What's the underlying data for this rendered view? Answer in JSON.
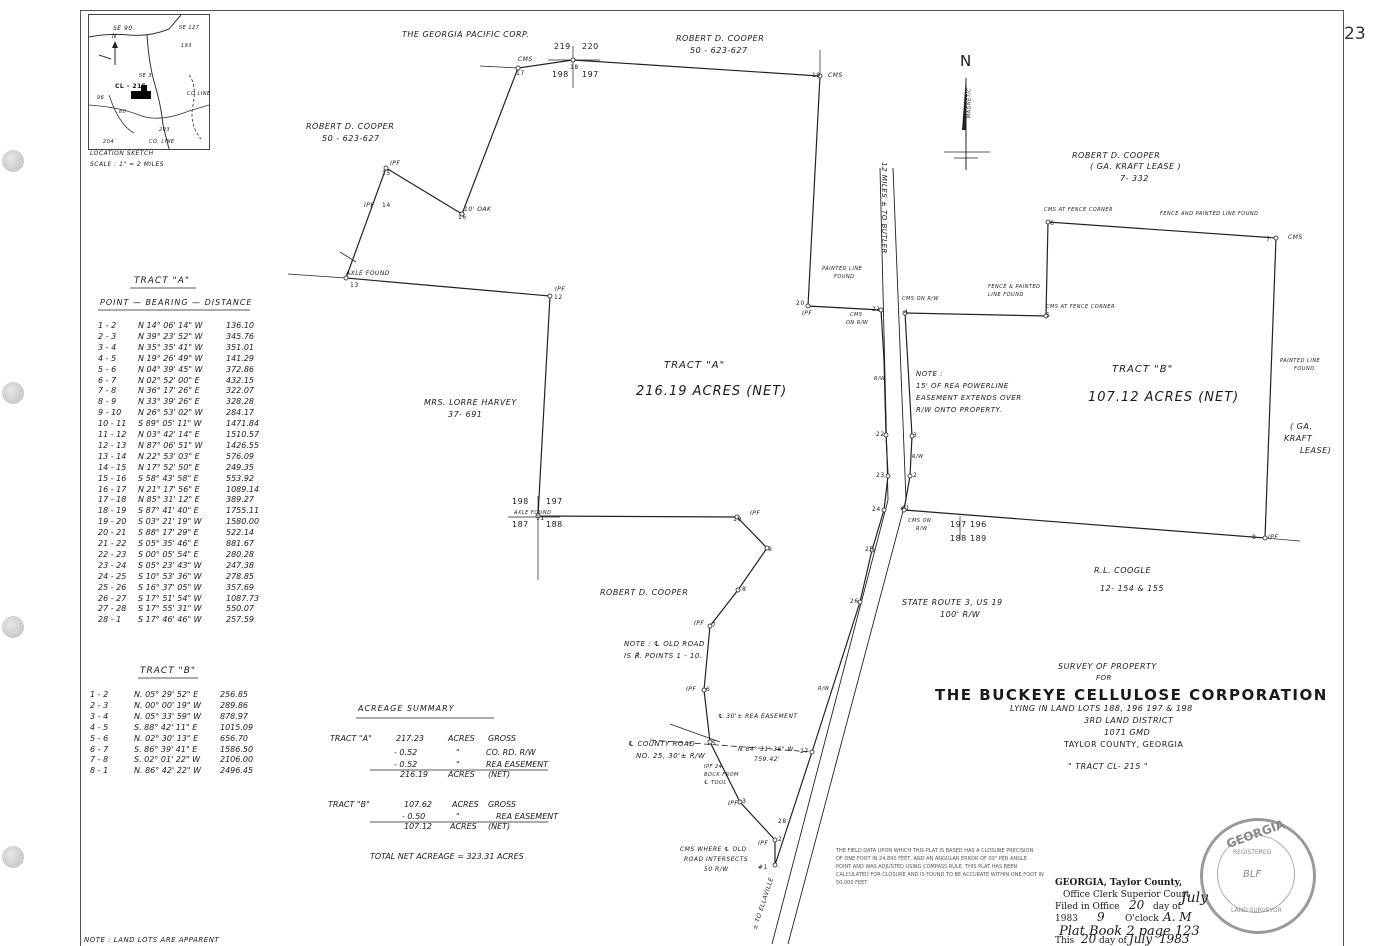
{
  "page_number": "23",
  "location_sketch": {
    "caption": "LOCATION SKETCH",
    "scale": "SCALE : 1\" = 2 MILES",
    "north": "N",
    "labels": [
      "SE 90",
      "SE 127",
      "193",
      "SE 3",
      "CL - 215",
      "CO LINE",
      "204",
      "CO. LINE",
      "203",
      "96",
      "80"
    ]
  },
  "adjoiners": {
    "georgia_pacific": "THE GEORGIA PACIFIC CORP.",
    "cooper_top": "ROBERT D. COOPER",
    "cooper_top_ref": "50 - 623-627",
    "cooper_left": "ROBERT D. COOPER",
    "cooper_left_ref": "50 - 623-627",
    "cooper_right": "ROBERT D. COOPER",
    "cooper_right_sub": "( GA. KRAFT LEASE )",
    "cooper_right_ref": "7- 332",
    "cooper_bottom": "ROBERT D. COOPER",
    "harvey": "MRS. LORRE HARVEY",
    "harvey_ref": "37- 691",
    "coogle": "R.L. COOGLE",
    "coogle_ref": "12- 154 & 155",
    "gakraft": [
      "( GA.",
      "KRAFT",
      "LEASE)"
    ]
  },
  "map_labels": {
    "north": "N",
    "magnetic": "MAGNETIC",
    "to_butler": "12 MILES ± TO BUTLER",
    "to_ellaville": "± TO ELLAVILLE",
    "state_route": "STATE ROUTE 3, US 19",
    "state_route_row": "100' R/W",
    "note_rea": [
      "NOTE :",
      "15' OF REA POWERLINE",
      "EASEMENT EXTENDS OVER",
      "R/W ONTO PROPERTY."
    ],
    "note_old_road": [
      "NOTE : ℄ OLD ROAD",
      "IS ℟. POINTS 1 - 10."
    ],
    "county_road": [
      "℄ COUNTY ROAD",
      "NO. 25, 30'± R/W"
    ],
    "rea_easement": "℄ 30'± REA EASEMENT",
    "bearing_call": [
      "N 84° 31' 36\" W",
      "759.42'"
    ],
    "ipf_dock": [
      "IPF 24",
      "BOCK FROM",
      "℄ TOOL"
    ],
    "cms_where": [
      "CMS WHERE ℄ OLD",
      "ROAD INTERSECTS",
      "50 R/W"
    ],
    "cms_fence_corner_6": "CMS AT FENCE CORNER",
    "fence_painted_found": "FENCE AND PAINTED LINE FOUND",
    "fence_painted_5": [
      "FENCE & PAINTED",
      "LINE FOUND"
    ],
    "cms_fence_corner_5": "CMS AT FENCE CORNER",
    "painted_line_found_right": [
      "PAINTED LINE",
      "FOUND"
    ],
    "painted_line_found_left": [
      "PAINTED LINE",
      "FOUND"
    ],
    "cms_on_rw_4": "CMS ON R/W",
    "cms_on_rw_21": [
      "CMS",
      "ON R/W"
    ],
    "cms_on_rw_1": [
      "CMS ON",
      "R/W"
    ],
    "axle_found_13": "AXLE FOUND",
    "axle_found_11": "AXLE FOUND",
    "ipf_label": "IPF",
    "cms_label": "CMS",
    "oak_label": "10' OAK",
    "lot_numbers": {
      "top": [
        "219",
        "220",
        "198",
        "197"
      ],
      "mid": [
        "198",
        "197",
        "187",
        "188"
      ],
      "right": [
        "197",
        "196",
        "188",
        "189"
      ]
    },
    "rw_labels": [
      "R/W",
      "R/W",
      "R/W"
    ]
  },
  "tract_a_label": {
    "name": "TRACT \"A\"",
    "acres": "216.19  ACRES  (NET)"
  },
  "tract_b_label": {
    "name": "TRACT \"B\"",
    "acres": "107.12  ACRES  (NET)"
  },
  "tract_a_table": {
    "title": "TRACT  \"A\"",
    "header": "POINT — BEARING — DISTANCE",
    "rows": [
      [
        "1 - 2",
        "N  14° 06' 14\" W",
        "136.10"
      ],
      [
        "2 - 3",
        "N  39° 23' 52\" W",
        "345.76"
      ],
      [
        "3 - 4",
        "N  35° 35' 41\" W",
        "351.01"
      ],
      [
        "4 - 5",
        "N  19° 26' 49\" W",
        "141.29"
      ],
      [
        "5 - 6",
        "N  04° 39' 45\" W",
        "372.86"
      ],
      [
        "6 - 7",
        "N  02° 52' 00\" E",
        "432.15"
      ],
      [
        "7 - 8",
        "N  36° 17' 26\" E",
        "322.07"
      ],
      [
        "8 - 9",
        "N  33° 39' 26\" E",
        "328.28"
      ],
      [
        "9 - 10",
        "N  26° 53' 02\" W",
        "284.17"
      ],
      [
        "10 - 11",
        "S  89° 05' 11\" W",
        "1471.84"
      ],
      [
        "11 - 12",
        "N  03° 42' 14\" E",
        "1510.57"
      ],
      [
        "12 - 13",
        "N  87° 06' 51\" W",
        "1426.55"
      ],
      [
        "13 - 14",
        "N  22° 53' 03\" E",
        "576.09"
      ],
      [
        "14 - 15",
        "N  17° 52' 50\" E",
        "249.35"
      ],
      [
        "15 - 16",
        "S  58° 43' 58\" E",
        "553.92"
      ],
      [
        "16 - 17",
        "N  21° 17' 56\" E",
        "1089.14"
      ],
      [
        "17 - 18",
        "N  85° 31' 12\" E",
        "389.27"
      ],
      [
        "18 - 19",
        "S  87° 41' 40\" E",
        "1755.11"
      ],
      [
        "19 - 20",
        "S  03° 21' 19\" W",
        "1580.00"
      ],
      [
        "20 - 21",
        "S  88° 17' 29\" E",
        "522.14"
      ],
      [
        "21 - 22",
        "S  05° 35' 46\" E",
        "881.67"
      ],
      [
        "22 - 23",
        "S  00° 05' 54\" E",
        "280.28"
      ],
      [
        "23 - 24",
        "S  05° 23' 43\" W",
        "247.38"
      ],
      [
        "24 - 25",
        "S  10° 53' 36\" W",
        "278.85"
      ],
      [
        "25 - 26",
        "S  16° 37' 05\" W",
        "357.69"
      ],
      [
        "26 - 27",
        "S  17° 51' 54\" W",
        "1087.73"
      ],
      [
        "27 - 28",
        "S  17° 55' 31\" W",
        "550.07"
      ],
      [
        "28 - 1",
        "S  17° 46' 46\" W",
        "257.59"
      ]
    ]
  },
  "tract_b_table": {
    "title": "TRACT  \"B\"",
    "rows": [
      [
        "1 - 2",
        "N. 05° 29' 52\" E",
        "256.85"
      ],
      [
        "2 - 3",
        "N. 00° 00' 19\" W",
        "289.86"
      ],
      [
        "3 - 4",
        "N. 05° 33' 59\" W",
        "878.97"
      ],
      [
        "4 - 5",
        "S. 88° 42' 11\" E",
        "1015.09"
      ],
      [
        "5 - 6",
        "N. 02° 30' 13\" E",
        "656.70"
      ],
      [
        "6 - 7",
        "S. 86° 39' 41\" E",
        "1586.50"
      ],
      [
        "7 - 8",
        "S. 02° 01' 22\" W",
        "2106.00"
      ],
      [
        "8 - 1",
        "N. 86° 42' 22\" W",
        "2496.45"
      ]
    ]
  },
  "acreage_summary": {
    "title": "ACREAGE  SUMMARY",
    "tract_a": {
      "label": "TRACT \"A\"",
      "gross": "217.23",
      "rd": "- 0.52",
      "rea": "- 0.52",
      "net": "216.19",
      "acres": "ACRES",
      "gross_tag": "GROSS",
      "rd_tag": "CO. RD. R/W",
      "rea_tag": "REA EASEMENT",
      "net_tag": "(NET)",
      "ditto": "\""
    },
    "tract_b": {
      "label": "TRACT \"B\"",
      "gross": "107.62",
      "rea": "- 0.50",
      "net": "107.12",
      "acres": "ACRES",
      "gross_tag": "GROSS",
      "rea_tag": "REA EASEMENT",
      "net_tag": "(NET)",
      "ditto": "\""
    },
    "total": "TOTAL  NET  ACREAGE  =  323.31  ACRES"
  },
  "title_block": {
    "survey_of": "SURVEY  OF  PROPERTY",
    "for": "FOR",
    "company": "THE BUCKEYE CELLULOSE CORPORATION",
    "lying": "LYING  IN  LAND  LOTS  188, 196  197  & 198",
    "district": "3RD  LAND  DISTRICT",
    "gmd": "1071  GMD",
    "county": "TAYLOR  COUNTY, GEORGIA",
    "tract": "\" TRACT  CL- 215 \""
  },
  "clerk": {
    "line1": "GEORGIA, Taylor County,",
    "line2": "Office Clerk Superior Court",
    "line3": "Filed in Office",
    "day": "20",
    "day_of": "day of",
    "month": "July",
    "year": "1983",
    "hour": "9",
    "oclock": "O'clock",
    "ampm": "A. M",
    "recorded": "Plat Book 2 page 123",
    "this_day": "This",
    "this_num": "20",
    "this_day_of": "day of",
    "this_month": "July",
    "this_year": "1983"
  },
  "stamp": {
    "top": "GEORGIA",
    "mid": "REGISTERED",
    "center": "BLF",
    "bottom": "LAND SURVEYOR"
  },
  "certification": {
    "lines": [
      "THE FIELD DATA UPON WHICH THIS PLAT IS BASED HAS A CLOSURE PRECISION",
      "OF ONE FOOT IN 24,890 FEET, AND AN ANGULAR ERROR OF 03\" PER ANGLE",
      "POINT AND WAS ADJUSTED USING COMPASS RULE. THIS PLAT HAS BEEN",
      "CALCULATED FOR CLOSURE AND IS FOUND TO BE ACCURATE WITHIN ONE FOOT IN",
      "50,000 FEET."
    ]
  },
  "bottom_note": "NOTE : LAND LOTS ARE APPARENT"
}
